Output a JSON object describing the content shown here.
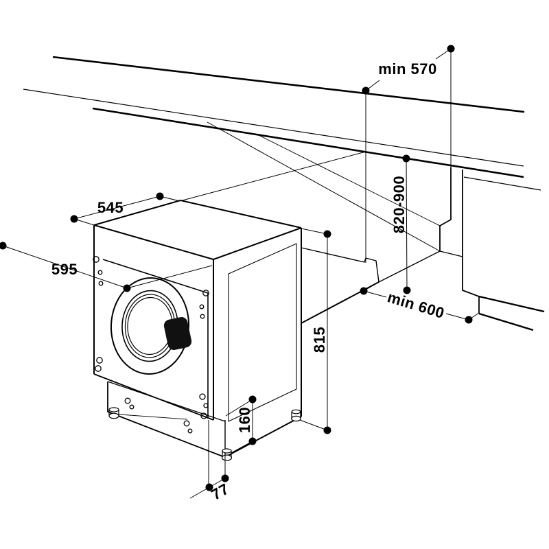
{
  "page": {
    "background": "#ffffff",
    "line_color": "#000000"
  },
  "diagram": {
    "name": "Built-in washing machine installation dimensions drawing",
    "labels": {
      "top_depth": "545",
      "front_width": "595",
      "worktop_min_depth": "min 570",
      "niche_height_range": "820-900",
      "adjacent_min_depth": "min 600",
      "appliance_height": "815",
      "plinth_height": "160",
      "front_offset": "77"
    }
  }
}
